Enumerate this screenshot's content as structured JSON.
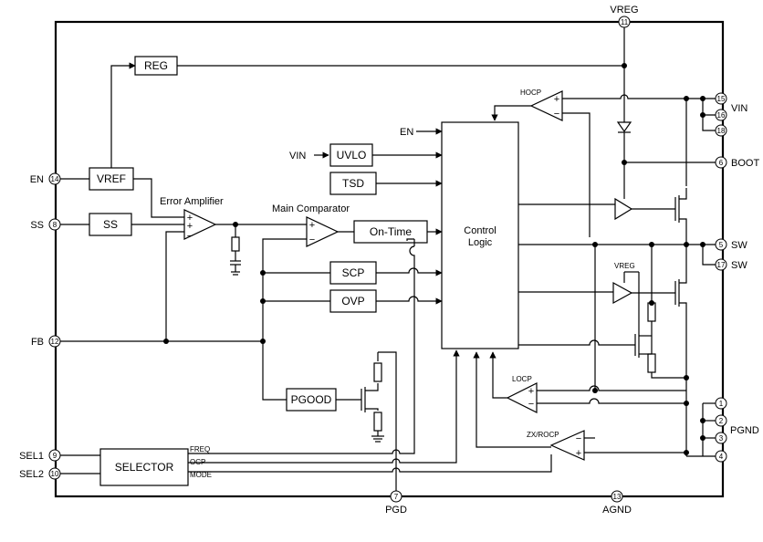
{
  "pins": {
    "en": {
      "num": "14",
      "label": "EN"
    },
    "ss": {
      "num": "8",
      "label": "SS"
    },
    "fb": {
      "num": "12",
      "label": "FB"
    },
    "sel1": {
      "num": "9",
      "label": "SEL1"
    },
    "sel2": {
      "num": "10",
      "label": "SEL2"
    },
    "vreg": {
      "num": "11",
      "label": "VREG"
    },
    "vin": {
      "nums": [
        "15",
        "16",
        "18"
      ],
      "label": "VIN"
    },
    "boot": {
      "num": "6",
      "label": "BOOT"
    },
    "sw": {
      "nums": [
        "5",
        "17"
      ],
      "label": "SW"
    },
    "pgnd": {
      "nums": [
        "1",
        "2",
        "3",
        "4"
      ],
      "label": "PGND"
    },
    "pgd": {
      "num": "7",
      "label": "PGD"
    },
    "agnd": {
      "num": "13",
      "label": "AGND"
    }
  },
  "blocks": {
    "reg": "REG",
    "vref": "VREF",
    "ss": "SS",
    "uvlo": "UVLO",
    "tsd": "TSD",
    "on_time": "On-Time",
    "scp": "SCP",
    "ovp": "OVP",
    "pgood": "PGOOD",
    "selector": "SELECTOR",
    "control_logic": [
      "Control",
      "Logic"
    ]
  },
  "captions": {
    "error_amplifier": "Error Amplifier",
    "main_comparator": "Main Comparator",
    "hocp": "HOCP",
    "locp": "LOCP",
    "zx_rocp": "ZX/ROCP",
    "vreg_small": "VREG"
  },
  "signals": {
    "vin_in": "VIN",
    "en_in": "EN",
    "freq": "FREQ",
    "ocp": "OCP",
    "mode": "MODE"
  },
  "symbols": {
    "plus": "+",
    "minus": "−"
  }
}
